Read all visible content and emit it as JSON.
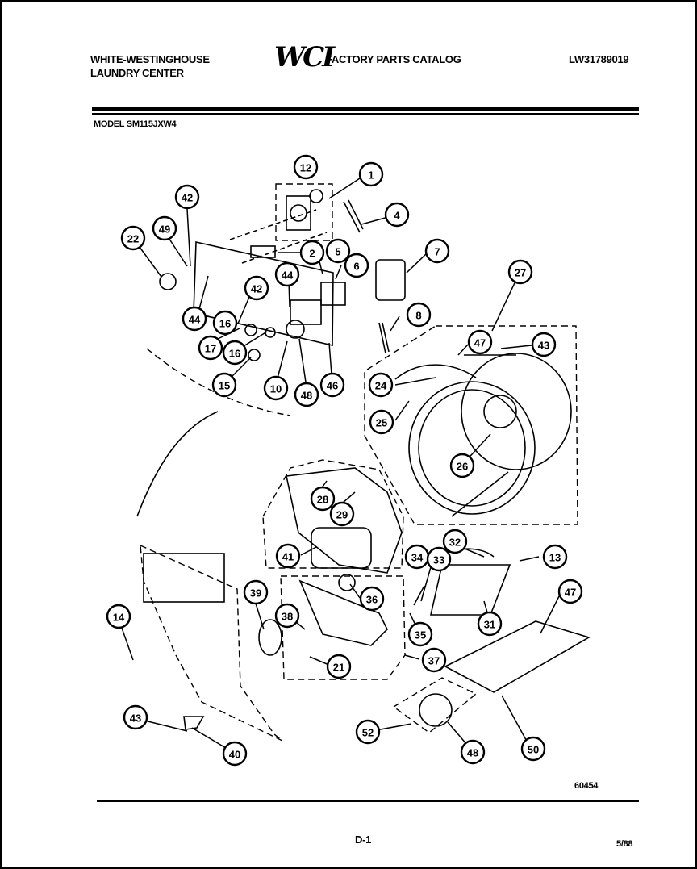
{
  "header": {
    "brand_line1": "WHITE-WESTINGHOUSE",
    "brand_line2": "LAUNDRY CENTER",
    "logo": "WCI",
    "catalog_title": "FACTORY PARTS CATALOG",
    "catalog_number": "LW31789019",
    "model": "MODEL SM115JXW4"
  },
  "footer": {
    "drawing_number": "60454",
    "page": "D-1",
    "date": "5/88"
  },
  "callouts": [
    "12",
    "1",
    "4",
    "42",
    "49",
    "22",
    "2",
    "5",
    "6",
    "7",
    "44",
    "42",
    "16",
    "17",
    "16",
    "15",
    "10",
    "48",
    "46",
    "8",
    "27",
    "47",
    "43",
    "24",
    "25",
    "26",
    "28",
    "29",
    "41",
    "34",
    "33",
    "32",
    "13",
    "39",
    "36",
    "35",
    "38",
    "31",
    "37",
    "21",
    "14",
    "47",
    "43",
    "40",
    "52",
    "48",
    "50"
  ]
}
